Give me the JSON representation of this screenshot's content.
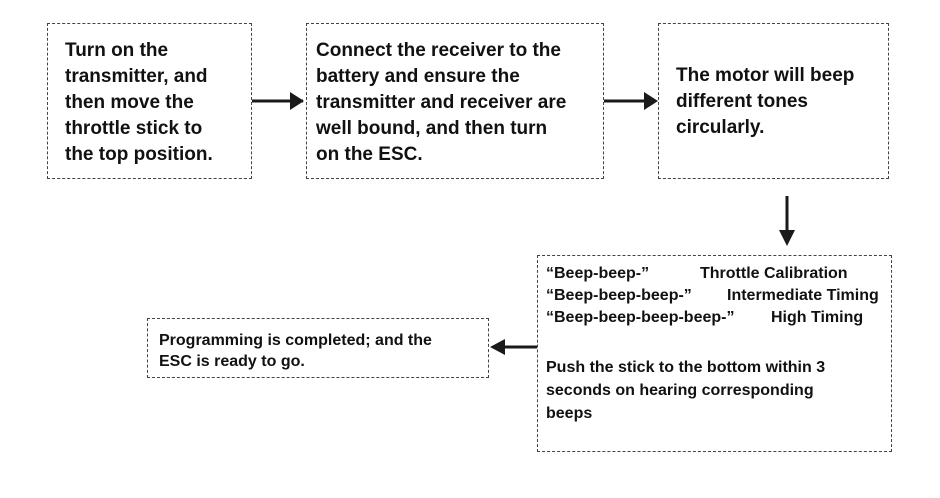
{
  "step1": {
    "lines": [
      "Turn on the",
      "transmitter, and",
      "then move the",
      "throttle stick to",
      "the top position."
    ]
  },
  "step2": {
    "lines": [
      "Connect the receiver to the",
      "battery and ensure the",
      "transmitter and receiver are",
      "well bound, and then turn",
      "on the ESC."
    ]
  },
  "step3": {
    "lines": [
      "The motor will beep",
      "different tones",
      "circularly."
    ]
  },
  "step4": {
    "beeps": [
      {
        "sound": "“Beep-beep-”",
        "mode": "Throttle Calibration"
      },
      {
        "sound": "“Beep-beep-beep-”",
        "mode": "Intermediate Timing"
      },
      {
        "sound": "“Beep-beep-beep-beep-”",
        "mode": "High Timing"
      }
    ],
    "instruction_lines": [
      "Push the stick to the bottom within 3",
      "seconds on hearing corresponding",
      "beeps"
    ]
  },
  "step5": {
    "lines": [
      "Programming is completed; and the",
      "ESC is ready to go."
    ]
  },
  "colors": {
    "border": "#444444",
    "arrow": "#1a1a1a",
    "text": "#111111"
  }
}
